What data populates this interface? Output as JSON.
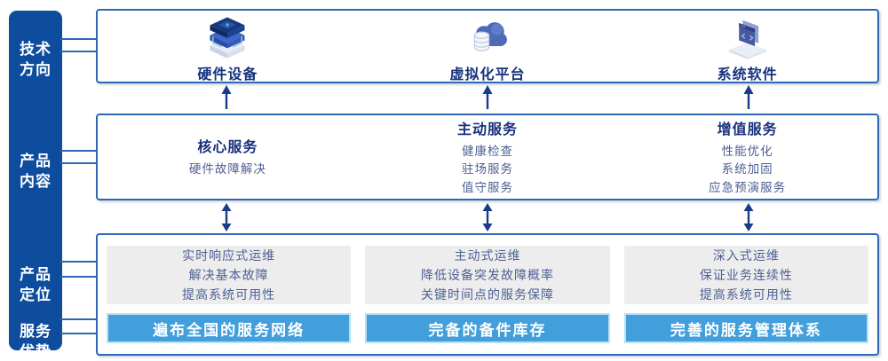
{
  "colors": {
    "sidebar_navy": "#0e4c9e",
    "title_navy": "#17317e",
    "body_slate": "#4e6094",
    "box_border_blue": "#2f67b3",
    "bar_blue": "#429fdb",
    "bar_border_light_blue": "#bbdff3",
    "card_gray": "#ededed",
    "arrow_navy": "#1b3a8c"
  },
  "sidebar": {
    "items": [
      {
        "label": "技术\n方向"
      },
      {
        "label": "产品\n内容"
      },
      {
        "label": "产品\n定位"
      },
      {
        "label": "服务\n优势"
      }
    ]
  },
  "tech_row": {
    "items": [
      {
        "icon": "hardware-stack-icon",
        "label": "硬件设备"
      },
      {
        "icon": "cloud-database-icon",
        "label": "虚拟化平台"
      },
      {
        "icon": "software-window-icon",
        "label": "系统软件"
      }
    ]
  },
  "services_row": {
    "columns": [
      {
        "title": "核心服务",
        "items": [
          "硬件故障解决",
          "",
          ""
        ]
      },
      {
        "title": "主动服务",
        "items": [
          "健康检查",
          "驻场服务",
          "值守服务"
        ]
      },
      {
        "title": "增值服务",
        "items": [
          "性能优化",
          "系统加固",
          "应急预演服务"
        ]
      }
    ]
  },
  "positioning_row": {
    "columns": [
      {
        "lines": [
          "实时响应式运维",
          "解决基本故障",
          "提高系统可用性"
        ],
        "highlight": "遍布全国的服务网络"
      },
      {
        "lines": [
          "主动式运维",
          "降低设备突发故障概率",
          "关键时间点的服务保障"
        ],
        "highlight": "完备的备件库存"
      },
      {
        "lines": [
          "深入式运维",
          "保证业务连续性",
          "提高系统可用性"
        ],
        "highlight": "完善的服务管理体系"
      }
    ]
  }
}
